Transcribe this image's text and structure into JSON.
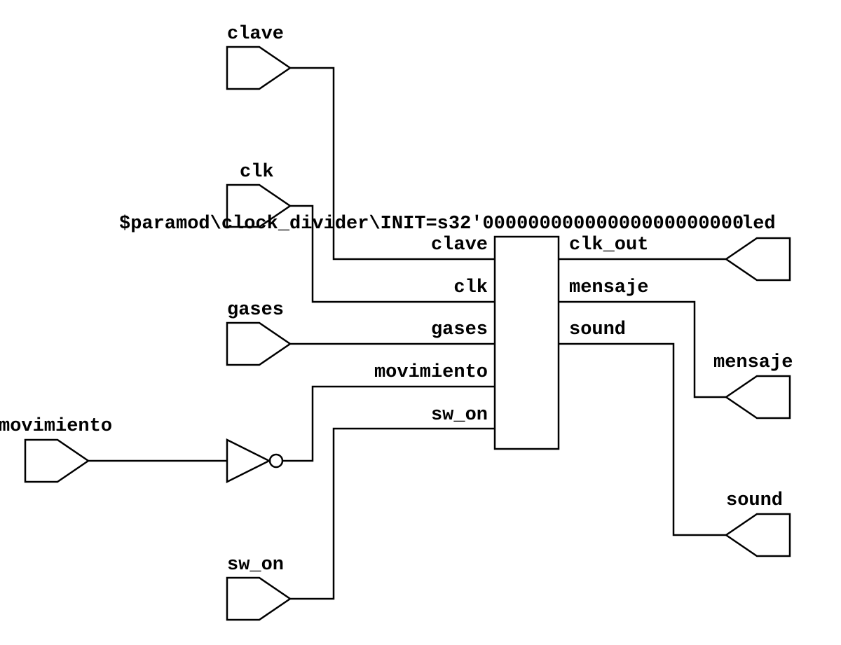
{
  "inputs": {
    "clave": "clave",
    "clk": "clk",
    "gases": "gases",
    "movimiento": "movimiento",
    "sw_on": "sw_on"
  },
  "outputs": {
    "led": "led",
    "mensaje": "mensaje",
    "sound": "sound"
  },
  "cell": {
    "name": "$paramod\\clock_divider\\INIT=s32'00000000000000000000000",
    "in_ports": {
      "clave": "clave",
      "clk": "clk",
      "gases": "gases",
      "movimiento": "movimiento",
      "sw_on": "sw_on"
    },
    "out_ports": {
      "clk_out": "clk_out",
      "mensaje": "mensaje",
      "sound": "sound"
    }
  },
  "gate": "not-gate"
}
